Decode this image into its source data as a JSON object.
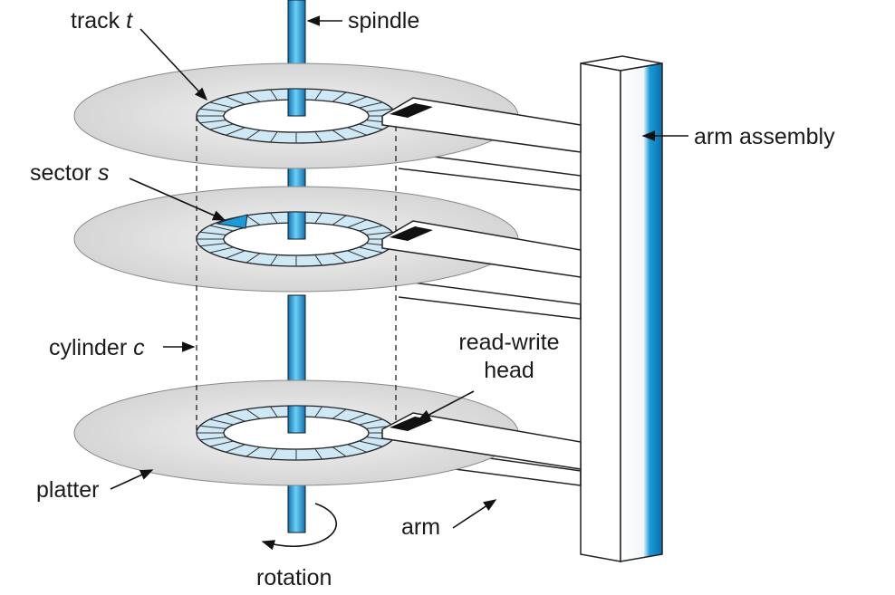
{
  "labels": {
    "track": "track",
    "track_var": "t",
    "spindle": "spindle",
    "arm_assembly": "arm assembly",
    "sector": "sector",
    "sector_var": "s",
    "cylinder": "cylinder",
    "cylinder_var": "c",
    "rw_head_line1": "read-write",
    "rw_head_line2": "head",
    "platter": "platter",
    "arm": "arm",
    "rotation": "rotation"
  },
  "colors": {
    "spindle_blue": "#1aa0dc",
    "track_ring": "#cfe8f5",
    "sector_highlight": "#1a9ad6",
    "platter_gray": "#d8d8d8",
    "head_black": "#111111"
  },
  "platter_count": 3
}
